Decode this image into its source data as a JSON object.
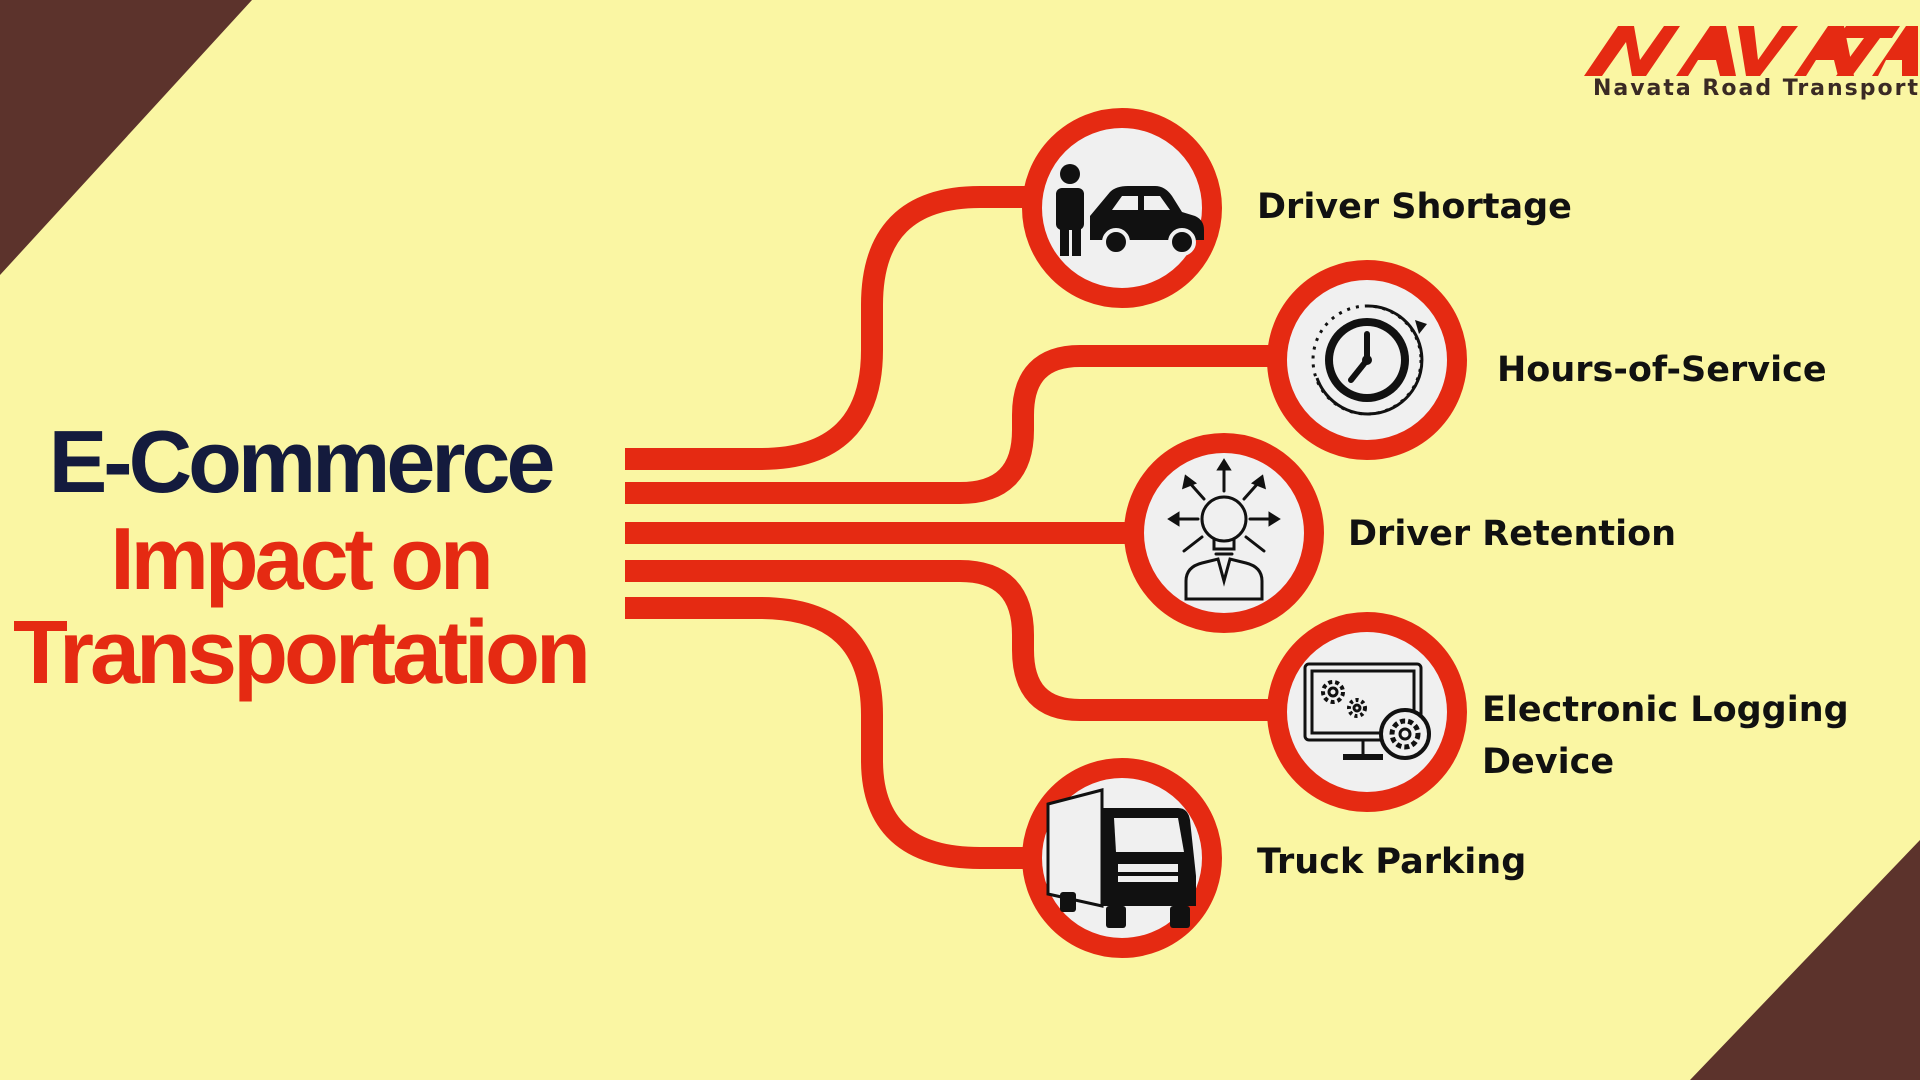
{
  "title": {
    "line1": "E-Commerce",
    "line2": "Impact on",
    "line3": "Transportation"
  },
  "logo": {
    "wordmark": "NAVATA",
    "tagline": "Navata Road Transport"
  },
  "items": [
    {
      "label": "Driver Shortage",
      "icon": "driver-car-icon"
    },
    {
      "label": "Hours-of-Service",
      "icon": "clock-icon"
    },
    {
      "label": "Driver Retention",
      "icon": "lightbulb-person-icon"
    },
    {
      "label": "Electronic Logging Device",
      "icon": "monitor-gears-icon"
    },
    {
      "label": "Truck Parking",
      "icon": "truck-icon"
    }
  ],
  "colors": {
    "background": "#FAF6A3",
    "accent": "#E52A12",
    "title_dark": "#141B3D",
    "corner": "#5C332C",
    "icon_bg": "#F0F0F0",
    "icon_stroke": "#111111"
  }
}
